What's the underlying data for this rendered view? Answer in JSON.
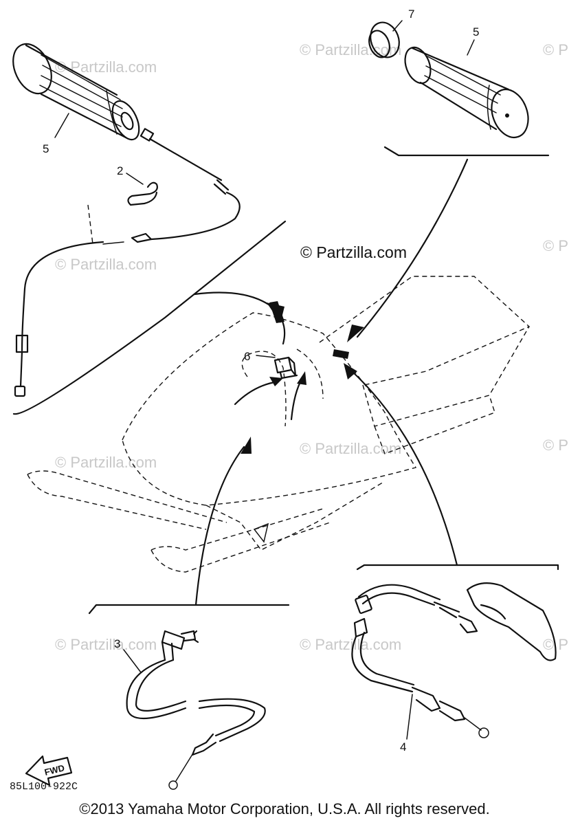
{
  "watermark": "© Partzilla.com",
  "main_watermark": "© Partzilla.com",
  "callouts": {
    "grip_left": "5",
    "grip_right": "5",
    "ring": "7",
    "clip": "2",
    "holder": "6",
    "cable_left": "3",
    "cable_right": "4"
  },
  "fwd_label": "FWD",
  "drawing_code": "85L100-922C",
  "copyright": "©2013 Yamaha Motor Corporation, U.S.A. All rights reserved."
}
